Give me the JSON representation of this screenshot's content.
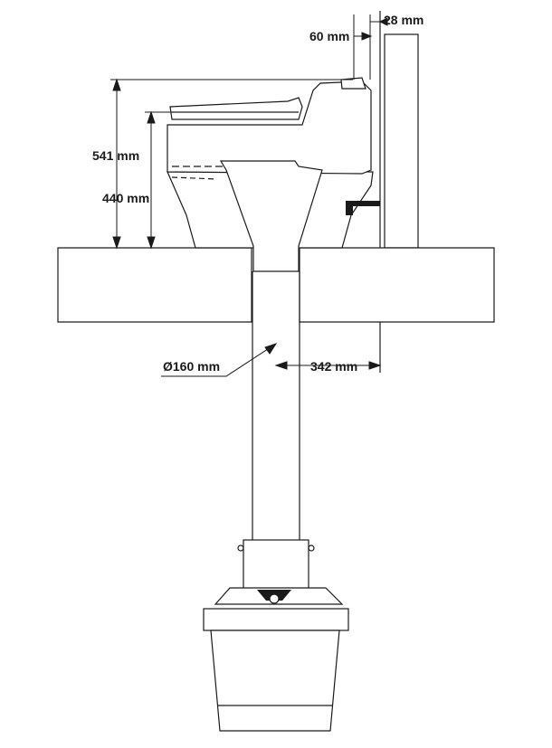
{
  "dimensions": {
    "wall_gap": "28 mm",
    "wall_offset": "60 mm",
    "total_height": "541 mm",
    "seat_height": "440 mm",
    "pipe_diameter": "Ø160 mm",
    "pipe_to_wall": "342 mm"
  }
}
